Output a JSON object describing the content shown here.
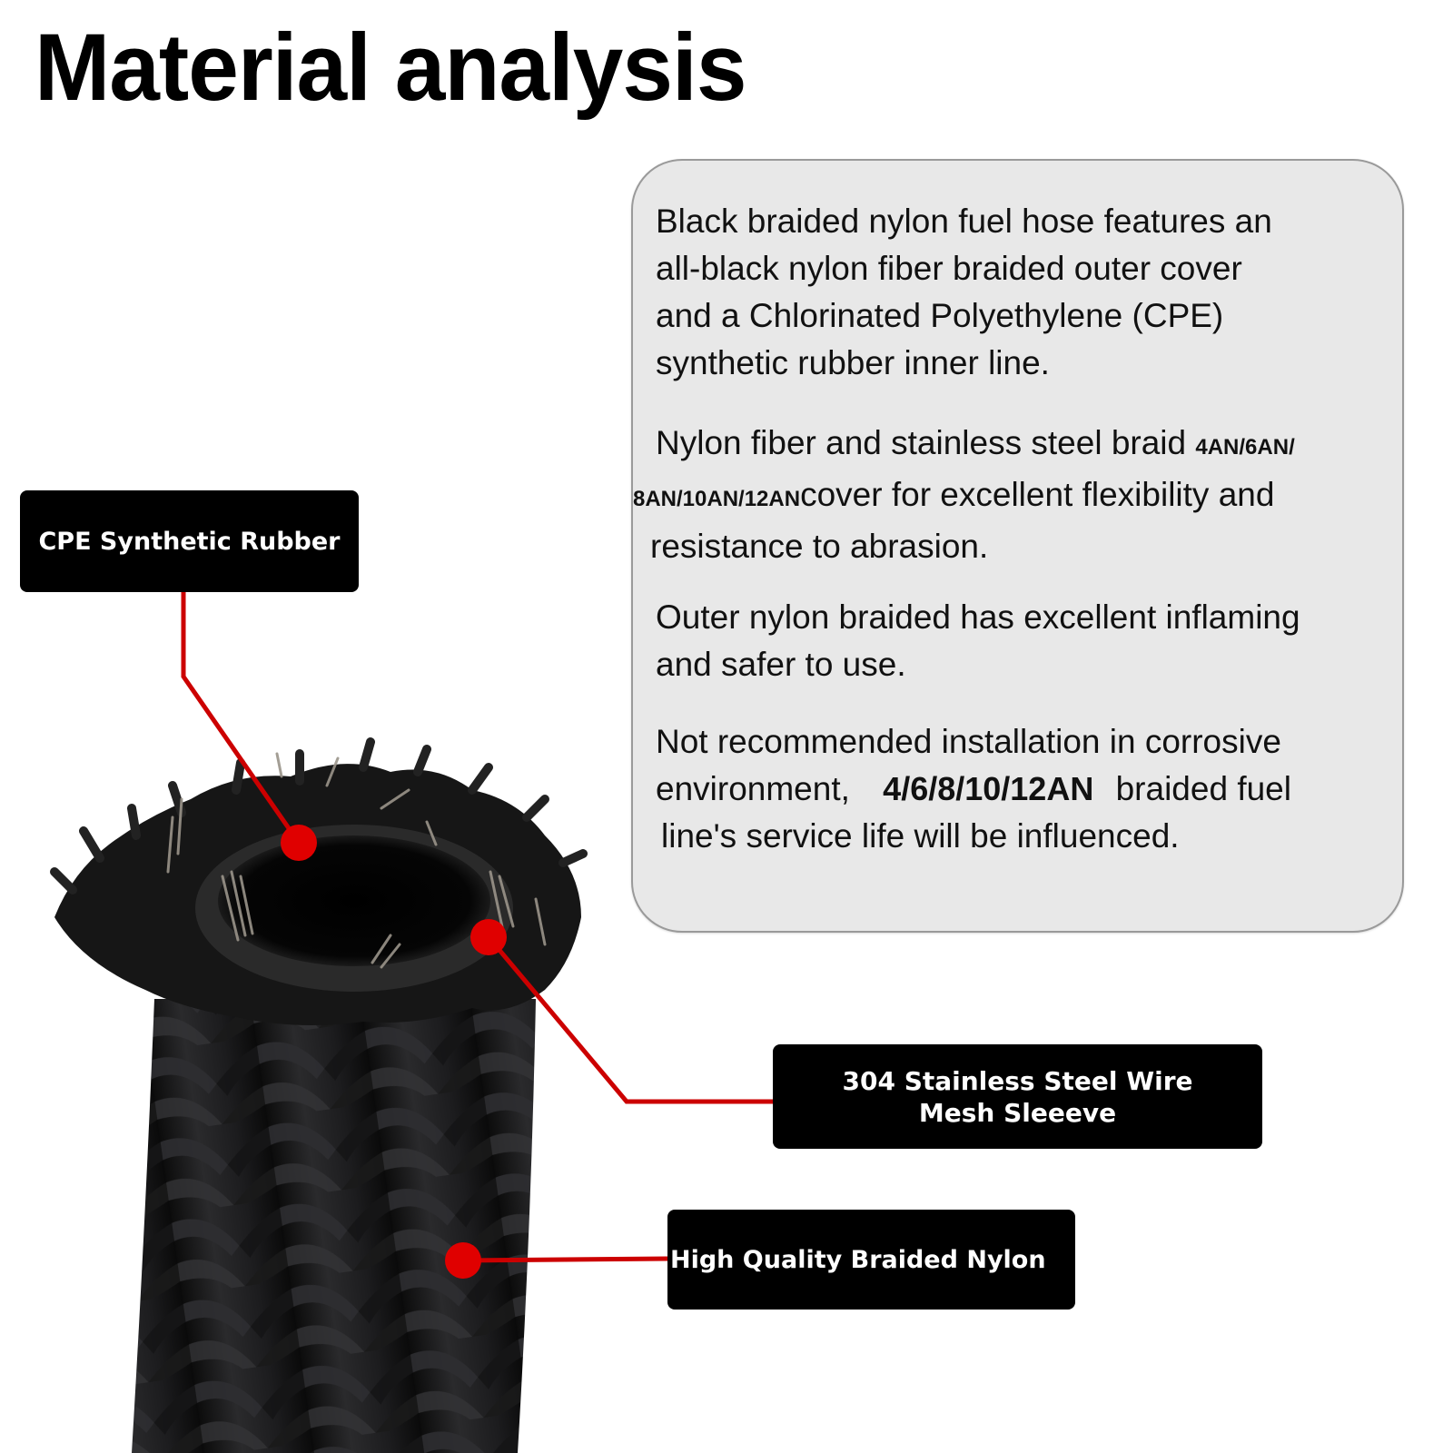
{
  "title": "Material analysis",
  "info_box": {
    "paragraphs": [
      {
        "lines": [
          "Black braided nylon fuel hose features an",
          "all-black nylon fiber braided outer cover",
          "and a Chlorinated Polyethylene (CPE)",
          "synthetic rubber inner line."
        ]
      },
      {
        "line1_text": "Nylon fiber and stainless steel braid",
        "line1_sizes": "4AN/6AN/",
        "line2_sizes": "8AN/10AN/12AN",
        "line2_text": "cover for excellent flexibility and",
        "line3_text": "resistance to abrasion."
      },
      {
        "lines": [
          "Outer nylon braided has excellent inflaming",
          "and safer to use."
        ]
      },
      {
        "line1_text": "Not recommended installation in corrosive",
        "line2_prefix": "environment,",
        "line2_sizes": "4/6/8/10/12AN",
        "line2_suffix": "braided fuel",
        "line3_text": "line's service life will be influenced."
      }
    ]
  },
  "callouts": [
    {
      "id": "cpe",
      "label": "CPE Synthetic Rubber"
    },
    {
      "id": "steel",
      "label_line1": "304 Stainless Steel Wire",
      "label_line2": "Mesh Sleeeve"
    },
    {
      "id": "nylon",
      "label": "High Quality Braided Nylon"
    }
  ],
  "colors": {
    "callout_red": "#e00000",
    "line_red": "#cc0000",
    "label_bg": "#000000",
    "label_text": "#ffffff",
    "info_bg": "#e8e8e8",
    "info_border": "#9a9a9a"
  },
  "image": {
    "subject": "black braided nylon fuel hose, cut end showing inner rubber tube and steel wire braid"
  }
}
